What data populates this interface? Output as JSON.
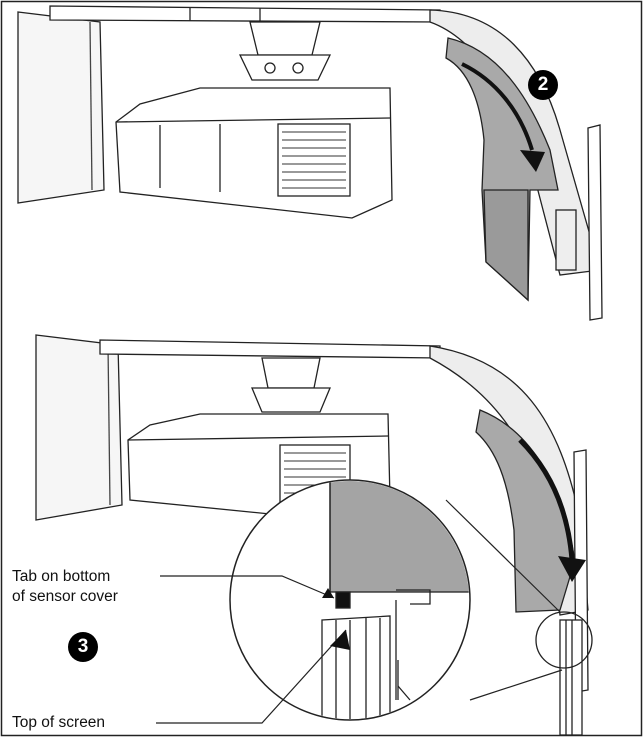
{
  "steps": {
    "step2": "2",
    "step3": "3"
  },
  "callouts": {
    "tab_line1": "Tab on bottom",
    "tab_line2": "of sensor cover",
    "screen_top": "Top of screen"
  },
  "colors": {
    "line": "#222222",
    "arm_fill": "#a9a9a9",
    "cover_fill": "#9a9a9a",
    "panel_fill": "#f4f4f4",
    "background": "#ffffff"
  },
  "icons": {
    "arrow": "curved-arrow-icon",
    "step_badge": "circled-number-icon"
  }
}
